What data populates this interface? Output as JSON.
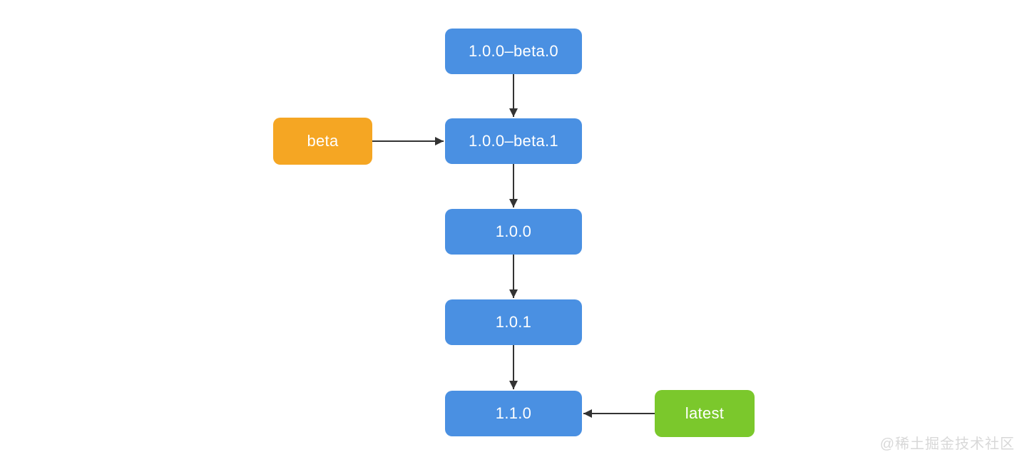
{
  "diagram": {
    "title_hint": "npm version / dist-tag flow",
    "nodes": [
      {
        "id": "v-1.0.0-beta.0",
        "label": "1.0.0–beta.0",
        "type": "version"
      },
      {
        "id": "v-1.0.0-beta.1",
        "label": "1.0.0–beta.1",
        "type": "version"
      },
      {
        "id": "v-1.0.0",
        "label": "1.0.0",
        "type": "version"
      },
      {
        "id": "v-1.0.1",
        "label": "1.0.1",
        "type": "version"
      },
      {
        "id": "v-1.1.0",
        "label": "1.1.0",
        "type": "version"
      },
      {
        "id": "tag-beta",
        "label": "beta",
        "type": "dist-tag"
      },
      {
        "id": "tag-latest",
        "label": "latest",
        "type": "dist-tag"
      }
    ],
    "edges": [
      {
        "from": "v-1.0.0-beta.0",
        "to": "v-1.0.0-beta.1",
        "direction": "down"
      },
      {
        "from": "v-1.0.0-beta.1",
        "to": "v-1.0.0",
        "direction": "down"
      },
      {
        "from": "v-1.0.0",
        "to": "v-1.0.1",
        "direction": "down"
      },
      {
        "from": "v-1.0.1",
        "to": "v-1.1.0",
        "direction": "down"
      },
      {
        "from": "tag-beta",
        "to": "v-1.0.0-beta.1",
        "direction": "right"
      },
      {
        "from": "tag-latest",
        "to": "v-1.1.0",
        "direction": "left"
      }
    ]
  },
  "colors": {
    "version_box": "#4a90e2",
    "beta_tag_box": "#f5a623",
    "latest_tag_box": "#7bc82c",
    "box_text": "#ffffff",
    "arrow": "#333333",
    "background": "#ffffff",
    "watermark_text_color": "#d8d8d8"
  },
  "watermark": {
    "text": "@稀土掘金技术社区"
  }
}
